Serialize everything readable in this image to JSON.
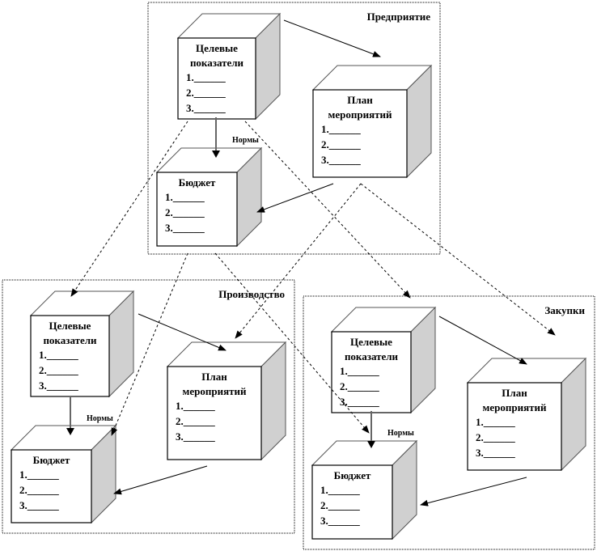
{
  "diagram": {
    "groups": [
      {
        "id": "enterprise",
        "label": "Предприятие",
        "cubes": {
          "targets": {
            "title_lines": [
              "Целевые",
              "показатели"
            ],
            "items": [
              "1.______",
              "2.______",
              "3.______"
            ]
          },
          "plan": {
            "title_lines": [
              "План",
              "мероприятий"
            ],
            "items": [
              "1.______",
              "2.______",
              "3.______"
            ]
          },
          "budget": {
            "title_lines": [
              "Бюджет"
            ],
            "items": [
              "1.______",
              "2.______",
              "3.______"
            ]
          }
        },
        "norms_label": "Нормы"
      },
      {
        "id": "production",
        "label": "Производство",
        "cubes": {
          "targets": {
            "title_lines": [
              "Целевые",
              "показатели"
            ],
            "items": [
              "1.______",
              "2.______",
              "3.______"
            ]
          },
          "plan": {
            "title_lines": [
              "План",
              "мероприятий"
            ],
            "items": [
              "1.______",
              "2.______",
              "3.______"
            ]
          },
          "budget": {
            "title_lines": [
              "Бюджет"
            ],
            "items": [
              "1.______",
              "2.______",
              "3.______"
            ]
          }
        },
        "norms_label": "Нормы"
      },
      {
        "id": "purchasing",
        "label": "Закупки",
        "cubes": {
          "targets": {
            "title_lines": [
              "Целевые",
              "показатели"
            ],
            "items": [
              "1.______",
              "2.______",
              "3.______"
            ]
          },
          "plan": {
            "title_lines": [
              "План",
              "мероприятий"
            ],
            "items": [
              "1.______",
              "2.______",
              "3.______"
            ]
          },
          "budget": {
            "title_lines": [
              "Бюджет"
            ],
            "items": [
              "1.______",
              "2.______",
              "3.______"
            ]
          }
        },
        "norms_label": "Нормы"
      }
    ],
    "edges": [
      {
        "from": "enterprise.targets",
        "to": "enterprise.plan",
        "style": "solid"
      },
      {
        "from": "enterprise.targets",
        "to": "enterprise.budget",
        "style": "solid",
        "label": "Нормы"
      },
      {
        "from": "enterprise.plan",
        "to": "enterprise.budget",
        "style": "solid"
      },
      {
        "from": "enterprise.targets",
        "to": "production.targets",
        "style": "dashed"
      },
      {
        "from": "enterprise.targets",
        "to": "purchasing.frame",
        "style": "dashed"
      },
      {
        "from": "enterprise.plan",
        "to": "production.plan",
        "style": "dashed"
      },
      {
        "from": "enterprise.plan",
        "to": "purchasing.plan",
        "style": "dashed"
      },
      {
        "from": "enterprise.budget",
        "to": "production.budget",
        "style": "dashed"
      },
      {
        "from": "enterprise.budget",
        "to": "purchasing.budget",
        "style": "dashed"
      },
      {
        "from": "production.targets",
        "to": "production.plan",
        "style": "solid"
      },
      {
        "from": "production.targets",
        "to": "production.budget",
        "style": "solid",
        "label": "Нормы"
      },
      {
        "from": "production.plan",
        "to": "production.budget",
        "style": "solid"
      },
      {
        "from": "purchasing.targets",
        "to": "purchasing.plan",
        "style": "solid"
      },
      {
        "from": "purchasing.targets",
        "to": "purchasing.budget",
        "style": "solid",
        "label": "Нормы"
      },
      {
        "from": "purchasing.plan",
        "to": "purchasing.budget",
        "style": "solid"
      }
    ]
  }
}
